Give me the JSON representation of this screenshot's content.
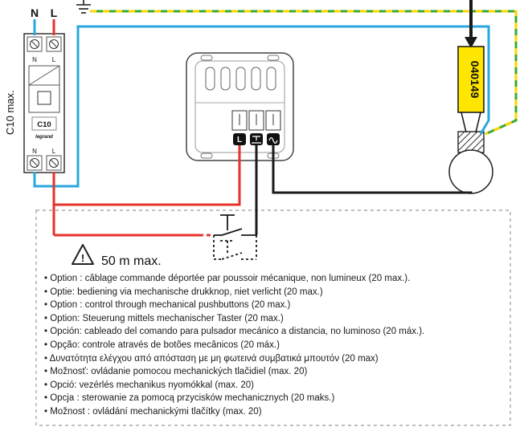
{
  "diagram": {
    "supply": {
      "neutral_label": "N",
      "live_label": "L"
    },
    "breaker": {
      "side_label": "C10 max.",
      "rating": "C10",
      "brand": "legrand",
      "top_neutral": "N",
      "top_live": "L",
      "bottom_neutral": "N",
      "bottom_live": "L"
    },
    "module": {
      "terminal_live_label": "L"
    },
    "product_ref": "040149",
    "warning": {
      "symbol": "!",
      "text": "50 m max."
    }
  },
  "notes": [
    "• Option : câblage commande déportée par poussoir mécanique, non lumineux (20 max.).",
    "• Optie: bediening via mechanische drukknop, niet verlicht (20 max.)",
    "• Option : control through mechanical pushbuttons (20 max.)",
    "• Option: Steuerung mittels mechanischer Taster (20 max.)",
    "• Opción: cableado del comando para pulsador mecánico a distancia, no luminoso (20 máx.).",
    "• Opção: controle através de botões mecânicos (20 máx.)",
    "• Δυνατότητα ελέγχου από απόσταση με μη φωτεινά συμβατικά μπουτόν (20 max)",
    "• Možnosť: ovládanie pomocou mechanických tlačidiel (max. 20)",
    "• Opció: vezérlés mechanikus nyomókkal (max. 20)",
    "• Opcja : sterowanie za pomocą przycisków mechanicznych (20 maks.)",
    "• Možnost : ovládání mechanickými tlačítky (max. 20)"
  ],
  "colors": {
    "live_red": "#e8312a",
    "neutral_blue": "#29a8e0",
    "earth_green": "#3aaa35",
    "earth_yellow": "#ffd500",
    "label_yellow": "#ffe600",
    "wire_black": "#1a1a1a"
  }
}
